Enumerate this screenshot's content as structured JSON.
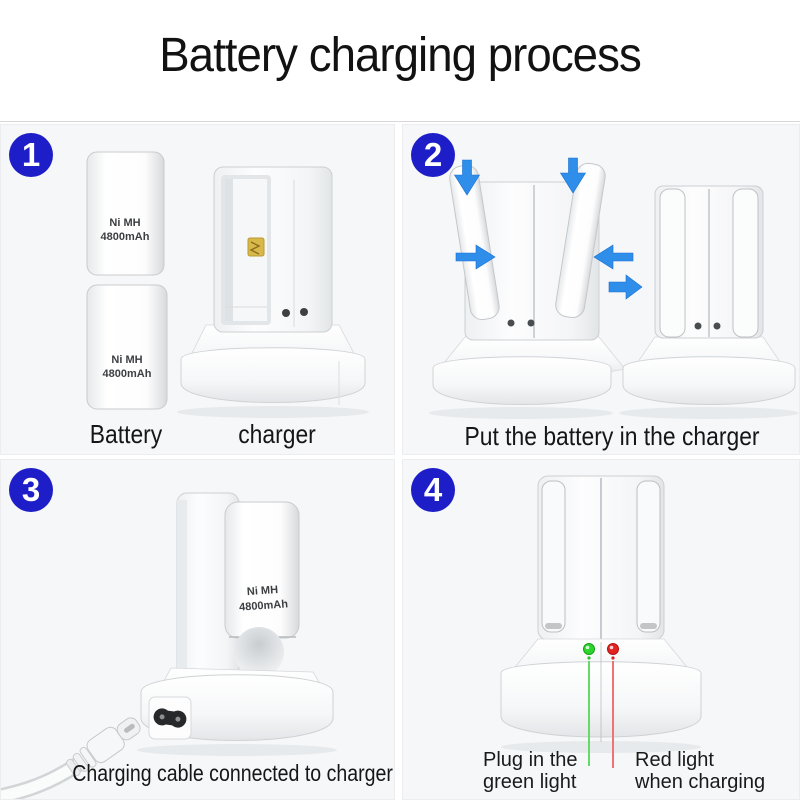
{
  "title": "Battery charging process",
  "colors": {
    "badge": "#1e1ec8",
    "arrow": "#2f8ee9",
    "green_led": "#2fd42f",
    "red_led": "#e32222",
    "green_line": "#66d966",
    "red_line": "#ef7373",
    "panel_bg": "#f6f7f8"
  },
  "battery_label": {
    "line1": "Ni MH",
    "line2": "4800mAh"
  },
  "steps": {
    "step1": {
      "number": "1",
      "caption_battery": "Battery",
      "caption_charger": "charger"
    },
    "step2": {
      "number": "2",
      "caption": "Put the battery in the charger"
    },
    "step3": {
      "number": "3",
      "caption": "Charging cable connected to charger"
    },
    "step4": {
      "number": "4",
      "green_label": {
        "line1": "Plug in the",
        "line2": "green light"
      },
      "red_label": {
        "line1": "Red light",
        "line2": "when charging"
      }
    }
  }
}
